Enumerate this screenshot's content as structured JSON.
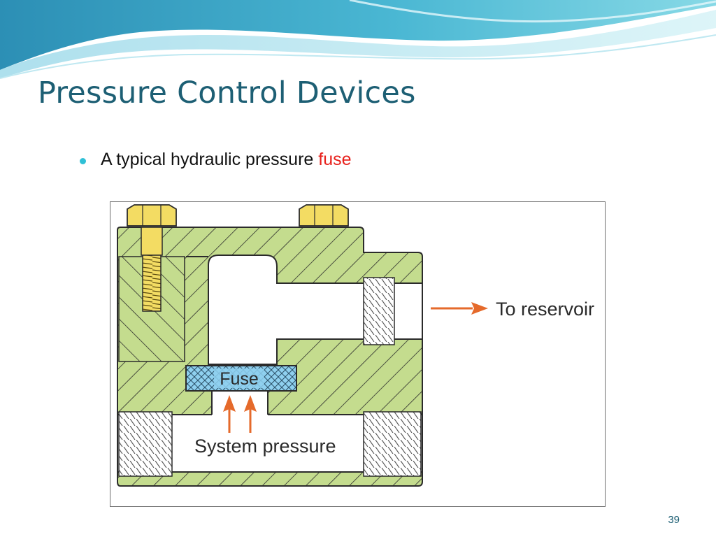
{
  "slide": {
    "title": "Pressure Control Devices",
    "bullet": {
      "text_prefix": "A typical hydraulic pressure ",
      "highlight": "fuse"
    },
    "page_number": "39"
  },
  "diagram": {
    "label_outlet": "To reservoir",
    "label_fuse": "Fuse",
    "label_inlet": "System pressure"
  },
  "colors": {
    "title": "#1d5f74",
    "bullet_dot": "#2fc0d6",
    "highlight": "#e8201b",
    "body": "#c4dc8e",
    "bolt": "#f3dc63",
    "fuse": "#8fd0ef",
    "arrow": "#e56a2b"
  }
}
